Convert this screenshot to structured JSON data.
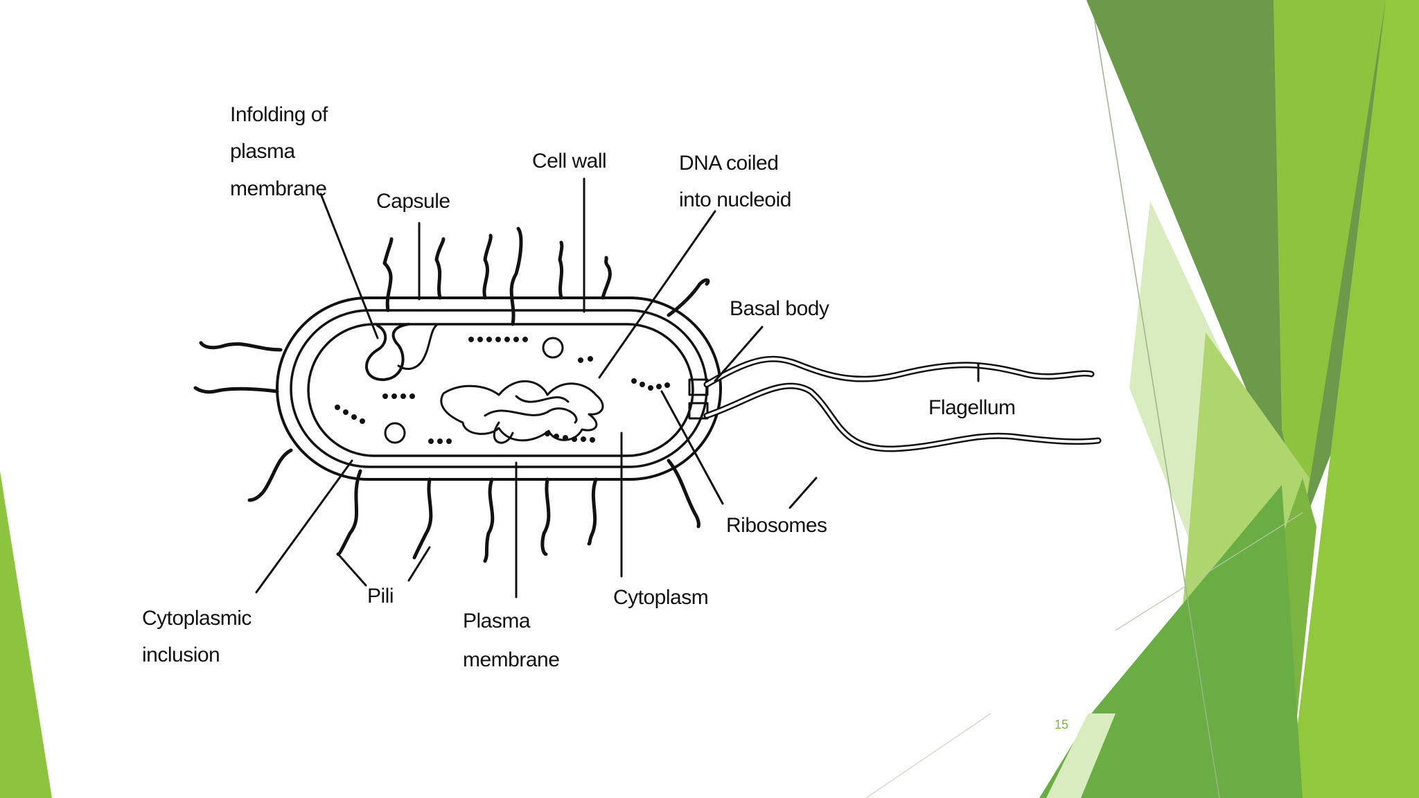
{
  "slide": {
    "page_number": "15"
  },
  "theme": {
    "green_dark": "#5f9a3a",
    "green_mid": "#78b43d",
    "green_light": "#a5d064",
    "green_pale": "#d9ecbf"
  },
  "diagram": {
    "labels": {
      "infolding_1": "Infolding of",
      "infolding_2": "plasma",
      "infolding_3": "membrane",
      "capsule": "Capsule",
      "cell_wall": "Cell wall",
      "dna_1": "DNA coiled",
      "dna_2": "into nucleoid",
      "basal_body": "Basal body",
      "flagellum": "Flagellum",
      "ribosomes": "Ribosomes",
      "cytoplasm": "Cytoplasm",
      "plasma_membrane_1": "Plasma",
      "plasma_membrane_2": "membrane",
      "pili": "Pili",
      "cytoplasmic_inclusion_1": "Cytoplasmic",
      "cytoplasmic_inclusion_2": "inclusion"
    }
  }
}
